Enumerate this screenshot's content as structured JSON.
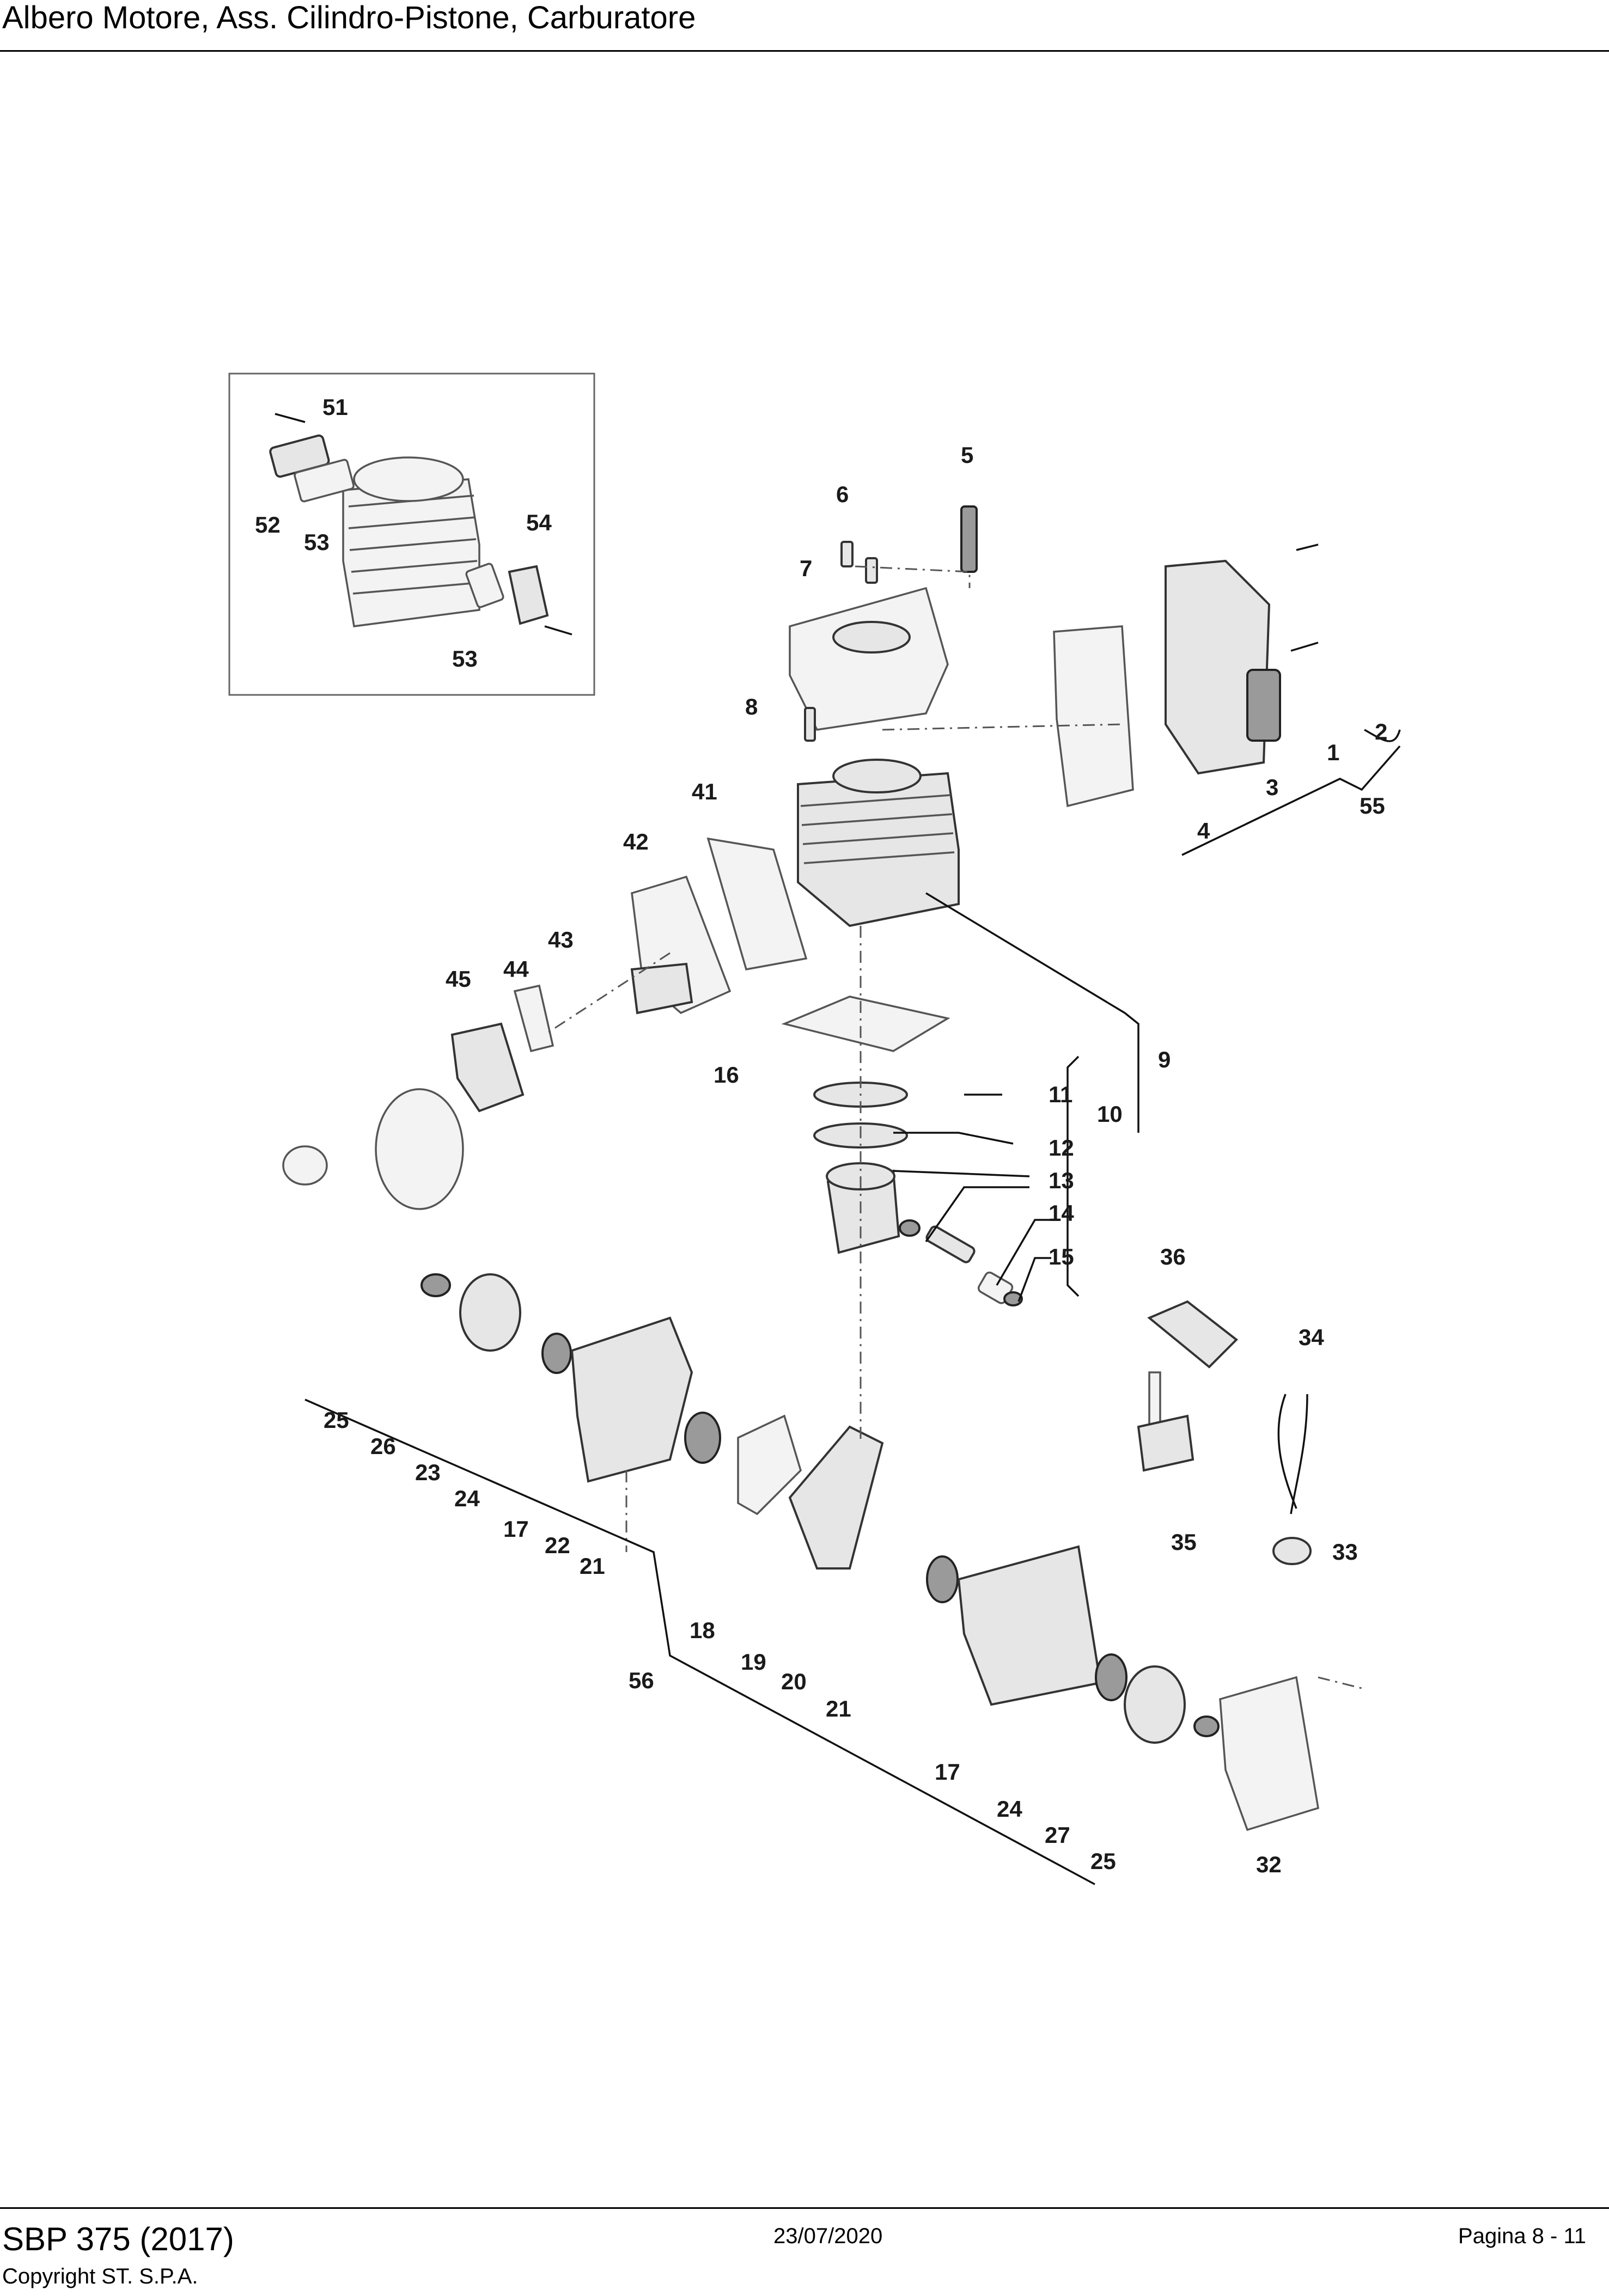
{
  "header": {
    "title": "Albero Motore, Ass. Cilindro-Pistone, Carburatore"
  },
  "footer": {
    "model": "SBP 375 (2017)",
    "copyright": "Copyright ST. S.P.A.",
    "date": "23/07/2020",
    "page": "Pagina 8 - 11"
  },
  "diagram": {
    "labels": {
      "p1": "1",
      "p2": "2",
      "p3": "3",
      "p4": "4",
      "p5": "5",
      "p6": "6",
      "p7": "7",
      "p8": "8",
      "p9": "9",
      "p10": "10",
      "p11": "11",
      "p12": "12",
      "p13": "13",
      "p14": "14",
      "p15": "15",
      "p16": "16",
      "p17a": "17",
      "p17b": "17",
      "p18": "18",
      "p19": "19",
      "p20": "20",
      "p21a": "21",
      "p21b": "21",
      "p22": "22",
      "p23": "23",
      "p24a": "24",
      "p24b": "24",
      "p25a": "25",
      "p25b": "25",
      "p26": "26",
      "p27": "27",
      "p32": "32",
      "p33": "33",
      "p34": "34",
      "p35": "35",
      "p36": "36",
      "p41": "41",
      "p42": "42",
      "p43": "43",
      "p44": "44",
      "p45": "45",
      "p51": "51",
      "p52": "52",
      "p53a": "53",
      "p53b": "53",
      "p54": "54",
      "p55": "55",
      "p56": "56"
    }
  }
}
